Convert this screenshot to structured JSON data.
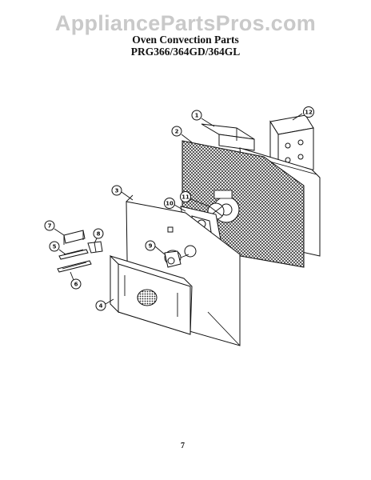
{
  "header": {
    "watermark": "AppliancePartsPros.com",
    "title": "Oven Convection Parts",
    "models": "PRG366/364GD/364GL"
  },
  "callouts": [
    {
      "num": "1"
    },
    {
      "num": "2"
    },
    {
      "num": "3"
    },
    {
      "num": "4"
    },
    {
      "num": "5"
    },
    {
      "num": "6"
    },
    {
      "num": "7"
    },
    {
      "num": "8"
    },
    {
      "num": "9"
    },
    {
      "num": "10"
    },
    {
      "num": "11"
    },
    {
      "num": "12"
    }
  ],
  "footer": {
    "page_number": "7"
  }
}
